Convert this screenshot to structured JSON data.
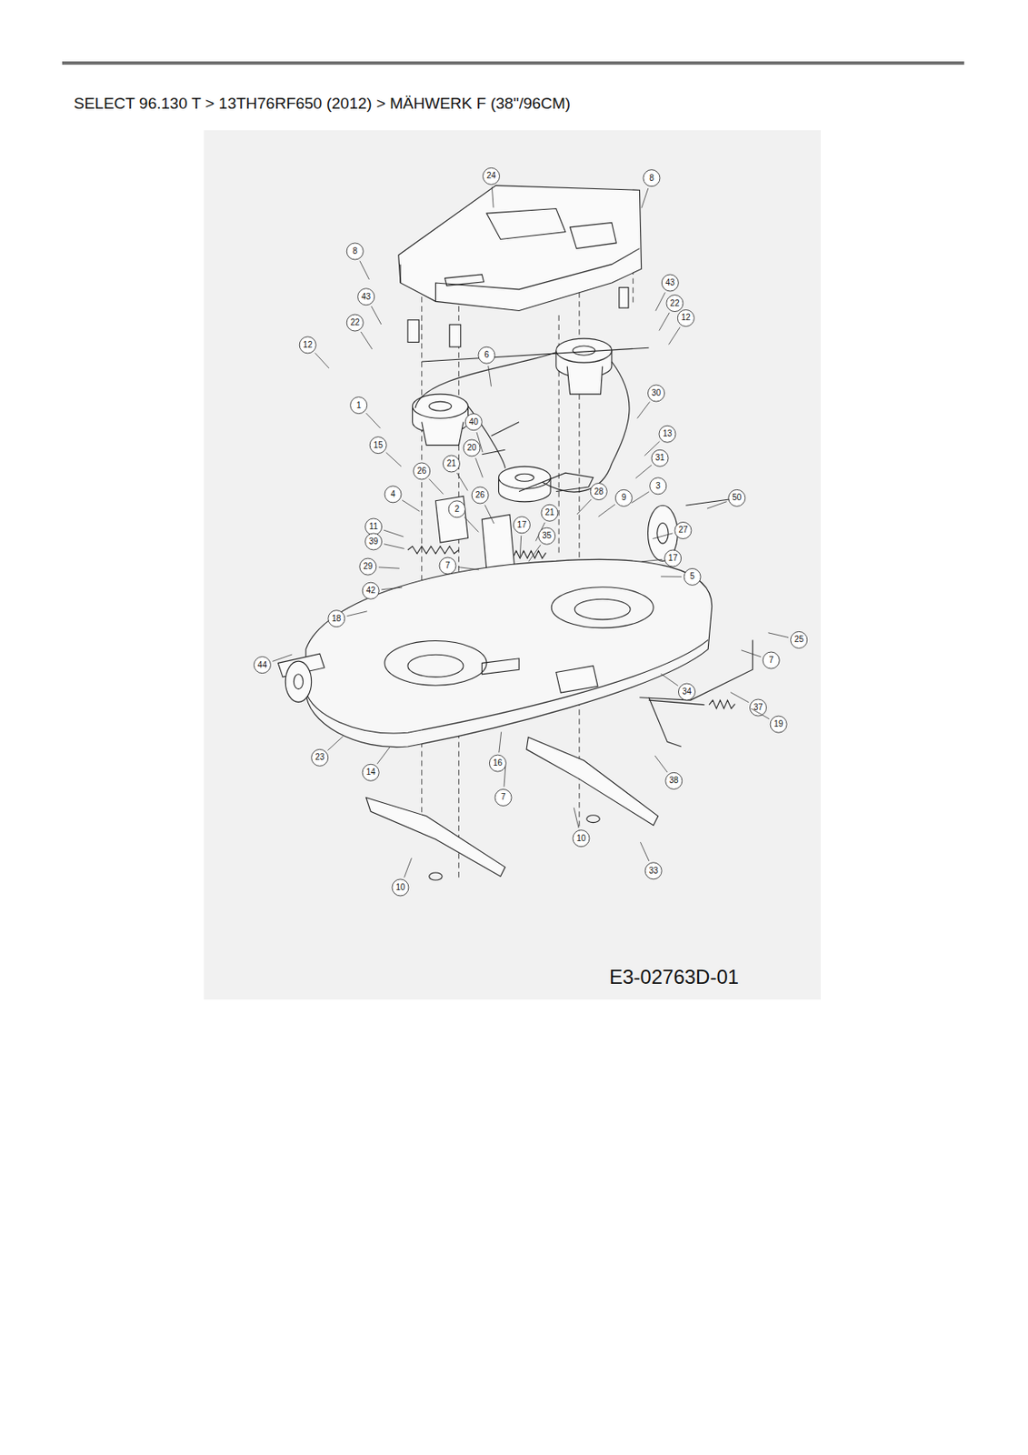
{
  "diagram": {
    "title": "SELECT 96.130 T  >  13TH76RF650 (2012)  >  MÄHWERK F (38\"/96CM)",
    "labels": [
      "24",
      "8",
      "8",
      "43",
      "22",
      "43",
      "22",
      "12",
      "12",
      "6",
      "1",
      "30",
      "40",
      "20",
      "21",
      "13",
      "31",
      "15",
      "3",
      "26",
      "26",
      "4",
      "2",
      "28",
      "9",
      "11",
      "39",
      "21",
      "50",
      "27",
      "29",
      "7",
      "17",
      "35",
      "17",
      "5",
      "42",
      "18",
      "44",
      "25",
      "7",
      "34",
      "37",
      "19",
      "23",
      "14",
      "16",
      "7",
      "38",
      "33",
      "10",
      "10",
      "E3-02763D-01"
    ]
  }
}
